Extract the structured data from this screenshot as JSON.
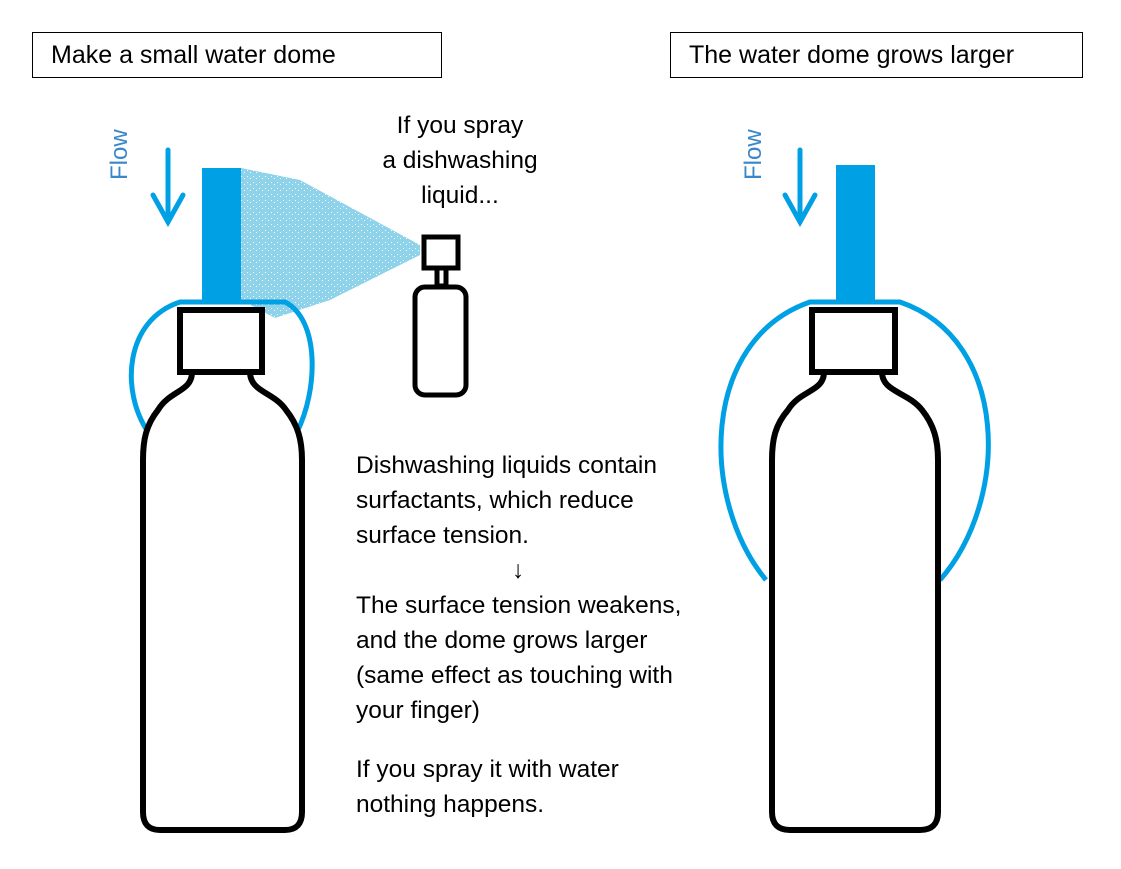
{
  "left_panel": {
    "title": "Make a small water dome",
    "flow_label": "Flow"
  },
  "right_panel": {
    "title": "The water dome grows larger",
    "flow_label": "Flow"
  },
  "spray_caption": [
    "If you spray",
    "a dishwashing",
    "liquid..."
  ],
  "explanation": {
    "cause": [
      "Dishwashing liquids contain",
      "surfactants, which reduce",
      "surface tension."
    ],
    "arrow": "↓",
    "effect": [
      "The surface tension weakens,",
      "and the dome grows larger",
      "(same effect as touching with",
      "your finger)"
    ],
    "note": [
      "If you spray it with water",
      "nothing happens."
    ]
  },
  "colors": {
    "water": "#00a0e4",
    "spray": "#8fd3ea",
    "flow_text": "#3a86c8",
    "outline": "#000000"
  }
}
